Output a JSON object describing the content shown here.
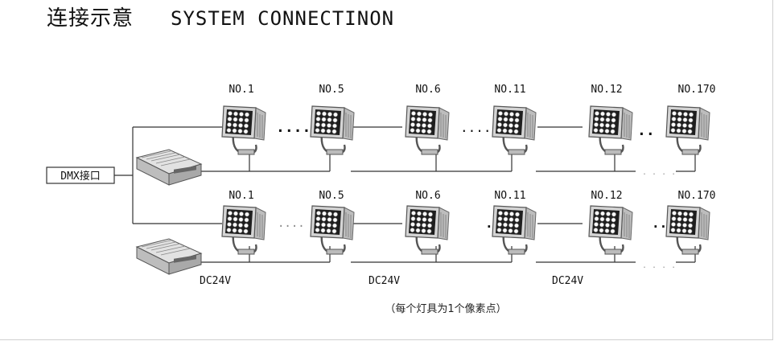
{
  "title": {
    "zh": "连接示意",
    "en": "SYSTEM CONNECTINON"
  },
  "dmx_label": "DMX接口",
  "row1_labels": [
    "NO.1",
    "NO.5",
    "NO.6",
    "NO.11",
    "NO.12",
    "NO.170"
  ],
  "row2_labels": [
    "NO.1",
    "NO.5",
    "NO.6",
    "NO.11",
    "NO.12",
    "NO.170"
  ],
  "power_labels": [
    "DC24V",
    "DC24V",
    "DC24V"
  ],
  "ellipsis": {
    "row1_a": "....",
    "row1_b": "....",
    "row1_c": "..",
    "row2_a": "....",
    "row2_b": ".",
    "row2_c": "..",
    "bus_gap": ". . . ."
  },
  "note": "（每个灯具为1个像素点）",
  "colors": {
    "line": "#333333",
    "fixture_body": "#d4d4d4",
    "fixture_face": "#1e1e1e",
    "led": "#ffffff",
    "psu": "#c9c9c9"
  }
}
